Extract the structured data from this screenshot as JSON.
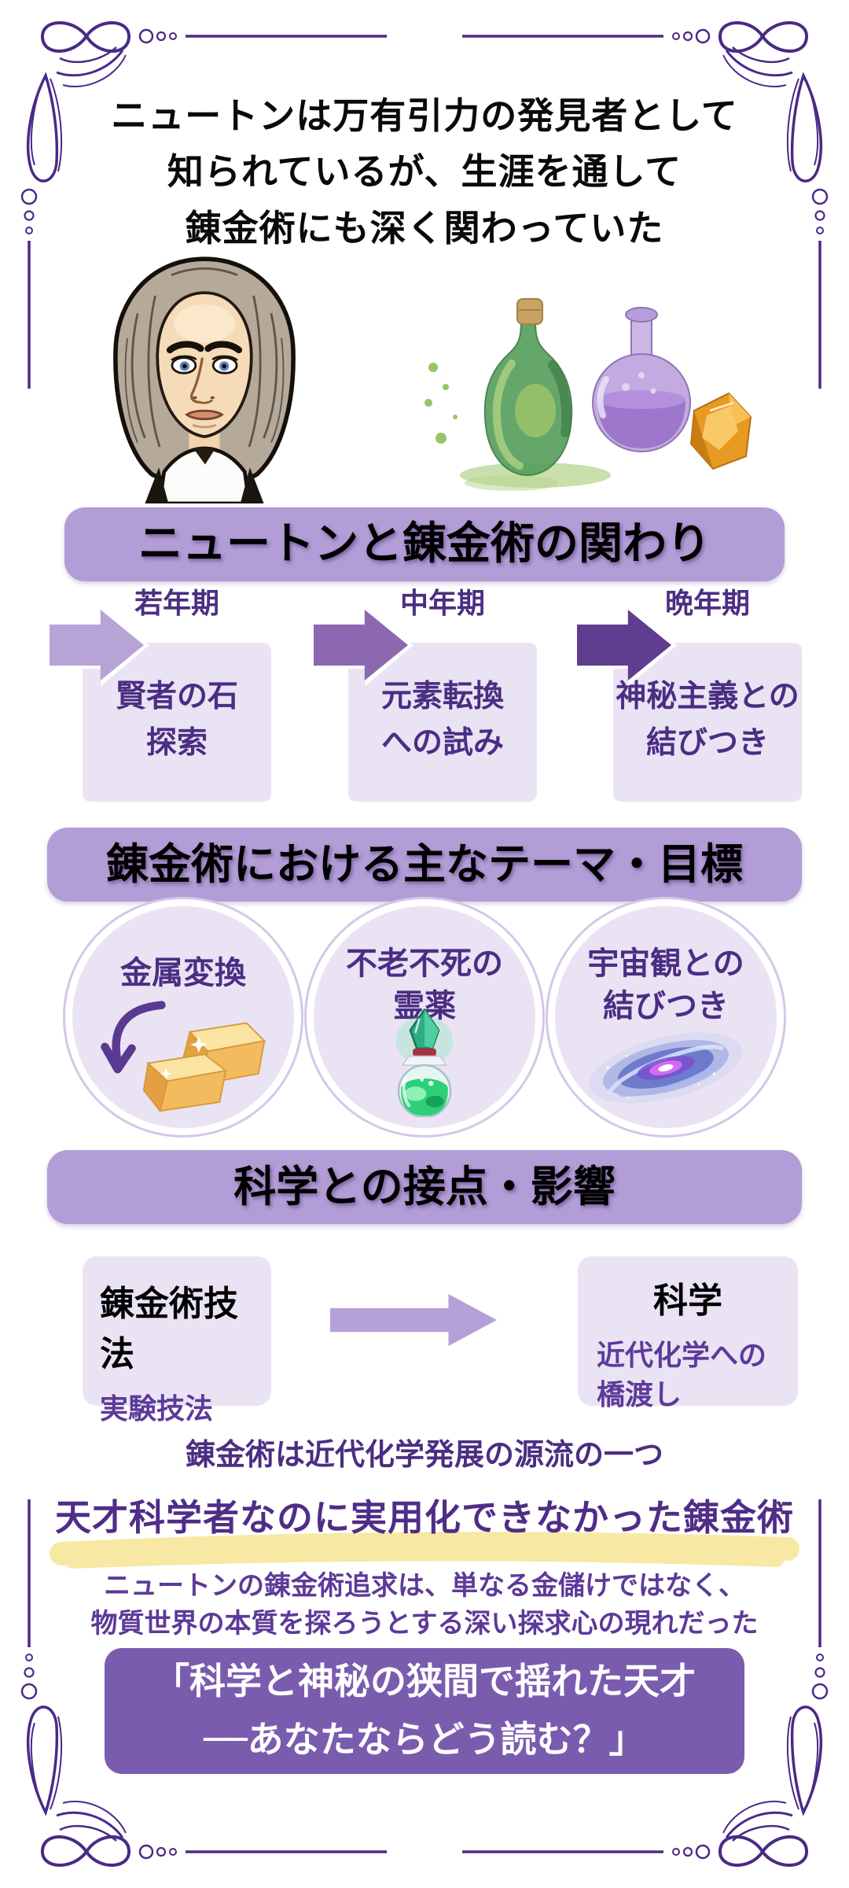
{
  "infographic": {
    "intro_title_lines": [
      "ニュートンは万有引力の発見者として",
      "知られているが、生涯を通して",
      "錬金術にも深く関わっていた"
    ],
    "illustrations": {
      "left": "newton-portrait",
      "right": "alchemy-flasks-and-amber"
    },
    "timeline_section": {
      "header": "ニュートンと錬金術の関わり",
      "stages": [
        {
          "period": "若年期",
          "lines": [
            "賢者の石",
            "探索"
          ]
        },
        {
          "period": "中年期",
          "lines": [
            "元素転換",
            "への試み"
          ]
        },
        {
          "period": "晩年期",
          "lines": [
            "神秘主義との",
            "結びつき"
          ]
        }
      ]
    },
    "themes_section": {
      "header": "錬金術における主なテーマ・目標",
      "themes": [
        {
          "lines": [
            "金属変換"
          ],
          "icon": "gold-bars-icon"
        },
        {
          "lines": [
            "不老不死の",
            "霊薬"
          ],
          "icon": "elixir-bottle-icon"
        },
        {
          "lines": [
            "宇宙観との",
            "結びつき"
          ],
          "icon": "galaxy-icon"
        }
      ]
    },
    "science_section": {
      "header": "科学との接点・影響",
      "source_box": {
        "title": "錬金術技法",
        "detail": "実験技法"
      },
      "target_box": {
        "title": "科学",
        "detail_lines": [
          "近代化学への",
          "橋渡し"
        ]
      },
      "caption": "錬金術は近代化学発展の源流の一つ"
    },
    "conclusion_section": {
      "headline": "天才科学者なのに実用化できなかった錬金術",
      "body_lines": [
        "ニュートンの錬金術追求は、単なる金儲けではなく、",
        "物質世界の本質を探ろうとする深い探求心の現れだった"
      ],
      "quote_lines": [
        "「科学と神秘の狭間で揺れた天才",
        "──あなたならどう読む？」"
      ]
    },
    "colors": {
      "header_bg": "#b29dd6",
      "panel_bg": "#e9e3f4",
      "dark_purple_text": "#4b2e83",
      "purple_text": "#5d3a99",
      "arrow_stage1": "#b7a3d6",
      "arrow_stage2": "#8b68af",
      "arrow_stage3": "#5f3d8f",
      "flow_arrow": "#b5a0d8",
      "quote_box_bg": "#7a5caf",
      "highlight_yellow": "#f7e9a4",
      "frame_flourish": "#4a2a86"
    }
  }
}
